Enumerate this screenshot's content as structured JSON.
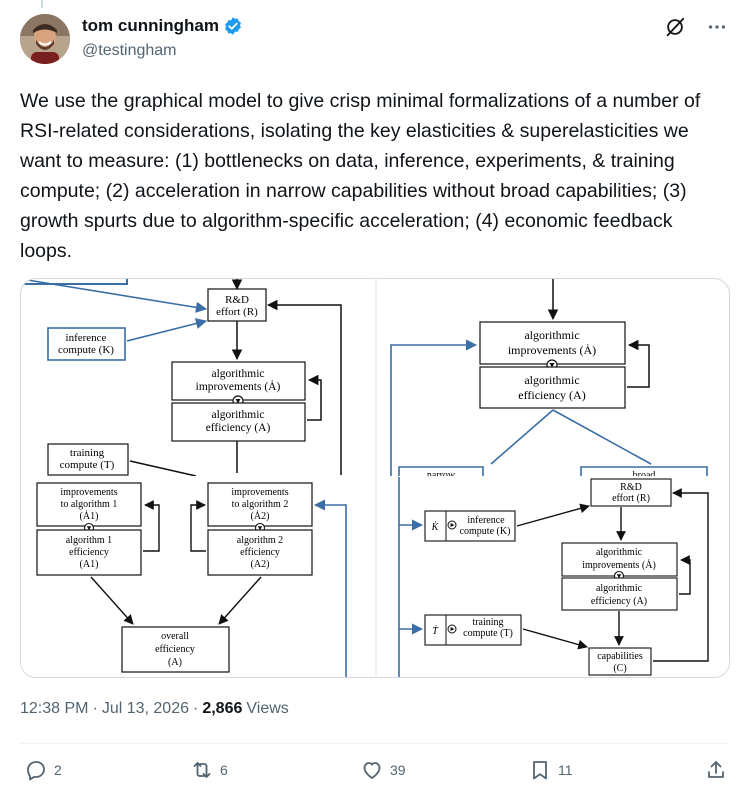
{
  "author": {
    "name": "tom cunningham",
    "handle": "@testingham",
    "verified": true
  },
  "header_icons": [
    "grok-icon",
    "more-icon"
  ],
  "tweet": {
    "text": "We use the graphical model to give crisp minimal formalizations of a number of RSI-related considerations, isolating the key elasticities & superelasticities we want to measure: (1) bottlenecks on data, inference, experiments, & training compute; (2) acceleration in narrow capabilities without broad capabilities; (3) growth spurts due to algorithm-specific acceleration; (4) economic feedback loops."
  },
  "diagram": {
    "rd_effort": [
      "R&D",
      "effort (R)"
    ],
    "inference_compute": [
      "inference",
      "compute (K)"
    ],
    "algorithmic_improvements": [
      "algorithmic",
      "improvements (Ȧ)"
    ],
    "algorithmic_efficiency": [
      "algorithmic",
      "efficiency (A)"
    ],
    "training_compute": [
      "training",
      "compute (T)"
    ],
    "improvements_alg1": [
      "improvements",
      "to algorithm 1",
      "(Ȧ1)"
    ],
    "alg1_efficiency": [
      "algorithm 1",
      "efficiency",
      "(A1)"
    ],
    "improvements_alg2": [
      "improvements",
      "to algorithm 2",
      "(Ȧ2)"
    ],
    "alg2_efficiency": [
      "algorithm 2",
      "efficiency",
      "(A2)"
    ],
    "overall_efficiency": [
      "overall",
      "efficiency",
      "(A)"
    ],
    "right_top_improvements": [
      "algorithmic",
      "improvements (Ȧ)"
    ],
    "right_top_efficiency": [
      "algorithmic",
      "efficiency (A)"
    ],
    "narrow_label": "narrow",
    "broad_label": "broad",
    "k_dot": "K̇",
    "t_dot": "Ṫ",
    "r_inference": [
      "inference",
      "compute (K)"
    ],
    "r_training": [
      "training",
      "compute (T)"
    ],
    "r_rd_effort": [
      "R&D",
      "effort (R)"
    ],
    "r_improvements": [
      "algorithmic",
      "improvements (Ȧ)"
    ],
    "r_efficiency": [
      "algorithmic",
      "efficiency (A)"
    ],
    "capabilities": [
      "capabilities",
      "(C)"
    ]
  },
  "meta": {
    "time": "12:38 PM",
    "date": "Jul 13, 2026",
    "separator": "·",
    "views_count": "2,866",
    "views_label": "Views"
  },
  "actions": {
    "replies": "2",
    "reposts": "6",
    "likes": "39",
    "bookmarks": "11"
  },
  "colors": {
    "accent": "#1d9bf0",
    "diagram_blue": "#3a6ea5",
    "text": "#0f1419",
    "muted": "#536471"
  }
}
